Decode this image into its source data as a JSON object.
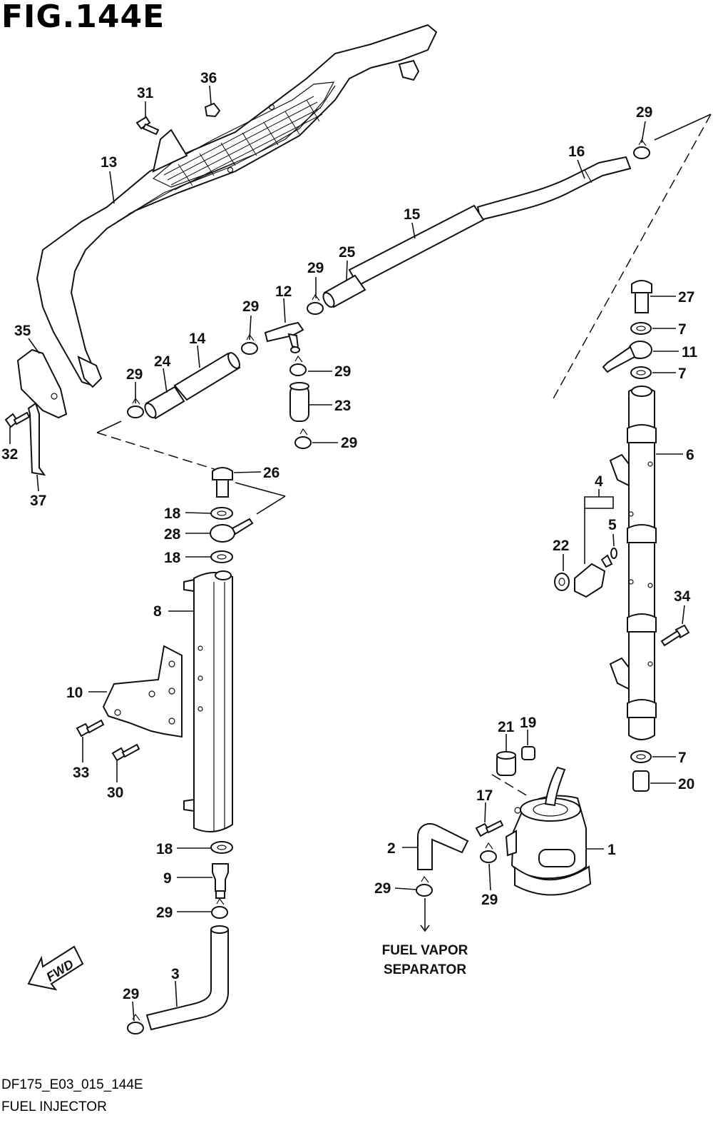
{
  "figure": {
    "title": "FIG.144E",
    "code": "DF175_E03_015_144E",
    "name": "FUEL INJECTOR"
  },
  "notes": {
    "separator_line1": "FUEL VAPOR",
    "separator_line2": "SEPARATOR",
    "fwd": "FWD"
  },
  "callouts": {
    "p31": "31",
    "p36": "36",
    "p13": "13",
    "p35": "35",
    "p32": "32",
    "p37": "37",
    "p29a": "29",
    "p16": "16",
    "p15": "15",
    "p25": "25",
    "p29b": "29",
    "p12": "12",
    "p29c": "29",
    "p14": "14",
    "p24": "24",
    "p29d": "29",
    "p29e": "29",
    "p23": "23",
    "p29f": "29",
    "p26": "26",
    "p18a": "18",
    "p28": "28",
    "p18b": "18",
    "p27": "27",
    "p7a": "7",
    "p11": "11",
    "p7b": "7",
    "p6": "6",
    "p4": "4",
    "p5": "5",
    "p22": "22",
    "p34": "34",
    "p8": "8",
    "p10": "10",
    "p33": "33",
    "p30": "30",
    "p21": "21",
    "p19": "19",
    "p7c": "7",
    "p20": "20",
    "p17": "17",
    "p1": "1",
    "p2": "2",
    "p29g": "29",
    "p29h": "29",
    "p18c": "18",
    "p9": "9",
    "p29i": "29",
    "p3": "3",
    "p29j": "29"
  }
}
